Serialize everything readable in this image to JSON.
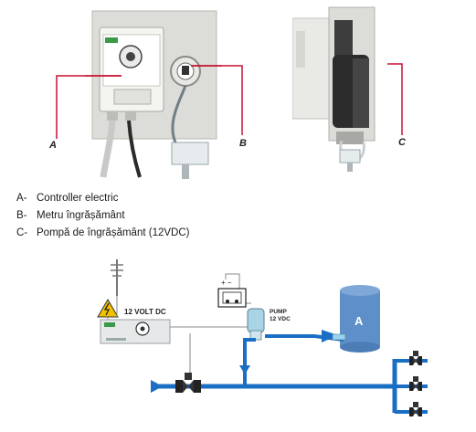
{
  "photos": {
    "left_labels": [
      "A",
      "B"
    ],
    "right_label": "C"
  },
  "legend": [
    {
      "key": "A-",
      "text": "Controller electric"
    },
    {
      "key": "B-",
      "text": "Metru îngrășământ"
    },
    {
      "key": "C-",
      "text": "Pompă de îngrășământ (12VDC)"
    }
  ],
  "diagram": {
    "voltage_label": "12 VOLT DC",
    "battery_signs": "+ −",
    "pump_label_line1": "PUMP",
    "pump_label_line2": "12 VDC",
    "tank_label": "A",
    "colors": {
      "pipe": "#1a6fc4",
      "tank": "#5e8fc9",
      "warning": "#f2c200",
      "controller": "#e6e8ea",
      "wire": "#8a8a8a"
    }
  }
}
